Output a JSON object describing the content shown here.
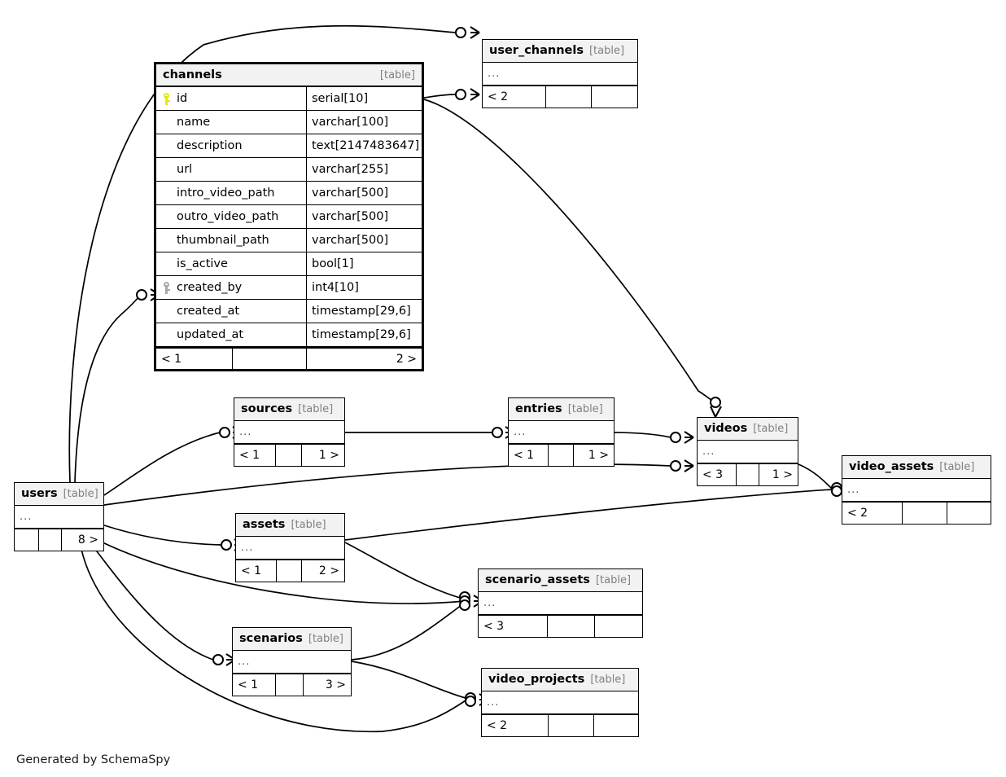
{
  "diagram": {
    "kind": "entity-relationship-diagram",
    "generator_note": "Generated by SchemaSpy",
    "table_tag": "[table]",
    "ellipsis": "...",
    "colors": {
      "background": "#ffffff",
      "header_fill": "#f2f2f2",
      "line": "#000000",
      "tag_text": "#808080",
      "primary_key": "#e8e800",
      "foreign_key": "#a8a8a8"
    }
  },
  "tables": {
    "channels": {
      "name": "channels",
      "tag": "[table]",
      "focus": true,
      "columns": [
        {
          "key": "pk",
          "name": "id",
          "type": "serial[10]"
        },
        {
          "key": "",
          "name": "name",
          "type": "varchar[100]"
        },
        {
          "key": "",
          "name": "description",
          "type": "text[2147483647]"
        },
        {
          "key": "",
          "name": "url",
          "type": "varchar[255]"
        },
        {
          "key": "",
          "name": "intro_video_path",
          "type": "varchar[500]"
        },
        {
          "key": "",
          "name": "outro_video_path",
          "type": "varchar[500]"
        },
        {
          "key": "",
          "name": "thumbnail_path",
          "type": "varchar[500]"
        },
        {
          "key": "",
          "name": "is_active",
          "type": "bool[1]"
        },
        {
          "key": "fk",
          "name": "created_by",
          "type": "int4[10]"
        },
        {
          "key": "",
          "name": "created_at",
          "type": "timestamp[29,6]"
        },
        {
          "key": "",
          "name": "updated_at",
          "type": "timestamp[29,6]"
        }
      ],
      "footer": {
        "left": "< 1",
        "middle": "",
        "right": "2 >"
      }
    },
    "user_channels": {
      "name": "user_channels",
      "tag": "[table]",
      "body": "...",
      "footer": {
        "left": "< 2",
        "middle": "",
        "right": ""
      }
    },
    "sources": {
      "name": "sources",
      "tag": "[table]",
      "body": "...",
      "footer": {
        "left": "< 1",
        "middle": "",
        "right": "1 >"
      }
    },
    "entries": {
      "name": "entries",
      "tag": "[table]",
      "body": "...",
      "footer": {
        "left": "< 1",
        "middle": "",
        "right": "1 >"
      }
    },
    "videos": {
      "name": "videos",
      "tag": "[table]",
      "body": "...",
      "footer": {
        "left": "< 3",
        "middle": "",
        "right": "1 >"
      }
    },
    "video_assets": {
      "name": "video_assets",
      "tag": "[table]",
      "body": "...",
      "footer": {
        "left": "< 2",
        "middle": "",
        "right": ""
      }
    },
    "users": {
      "name": "users",
      "tag": "[table]",
      "body": "...",
      "footer": {
        "left": "",
        "middle": "",
        "right": "8 >"
      }
    },
    "assets": {
      "name": "assets",
      "tag": "[table]",
      "body": "...",
      "footer": {
        "left": "< 1",
        "middle": "",
        "right": "2 >"
      }
    },
    "scenario_assets": {
      "name": "scenario_assets",
      "tag": "[table]",
      "body": "...",
      "footer": {
        "left": "< 3",
        "middle": "",
        "right": ""
      }
    },
    "scenarios": {
      "name": "scenarios",
      "tag": "[table]",
      "body": "...",
      "footer": {
        "left": "< 1",
        "middle": "",
        "right": "3 >"
      }
    },
    "video_projects": {
      "name": "video_projects",
      "tag": "[table]",
      "body": "...",
      "footer": {
        "left": "< 2",
        "middle": "",
        "right": ""
      }
    }
  },
  "relationships": [
    {
      "from": "users",
      "to": "user_channels",
      "notation": "zero-or-many"
    },
    {
      "from": "users",
      "to": "channels.created_by",
      "notation": "zero-or-many"
    },
    {
      "from": "channels",
      "to": "user_channels",
      "notation": "zero-or-many"
    },
    {
      "from": "channels",
      "to": "videos",
      "notation": "zero-or-many"
    },
    {
      "from": "users",
      "to": "sources",
      "notation": "zero-or-many"
    },
    {
      "from": "sources",
      "to": "entries",
      "notation": "zero-or-many"
    },
    {
      "from": "entries",
      "to": "videos",
      "notation": "zero-or-many"
    },
    {
      "from": "users",
      "to": "videos",
      "notation": "zero-or-many"
    },
    {
      "from": "videos",
      "to": "video_assets",
      "notation": "zero-or-many"
    },
    {
      "from": "users",
      "to": "assets",
      "notation": "zero-or-many"
    },
    {
      "from": "assets",
      "to": "video_assets",
      "notation": "zero-or-many"
    },
    {
      "from": "assets",
      "to": "scenario_assets",
      "notation": "zero-or-many"
    },
    {
      "from": "users",
      "to": "scenario_assets",
      "notation": "zero-or-many"
    },
    {
      "from": "users",
      "to": "scenarios",
      "notation": "zero-or-many"
    },
    {
      "from": "scenarios",
      "to": "scenario_assets",
      "notation": "zero-or-many"
    },
    {
      "from": "scenarios",
      "to": "video_projects",
      "notation": "zero-or-many"
    },
    {
      "from": "users",
      "to": "video_projects",
      "notation": "zero-or-many"
    }
  ]
}
